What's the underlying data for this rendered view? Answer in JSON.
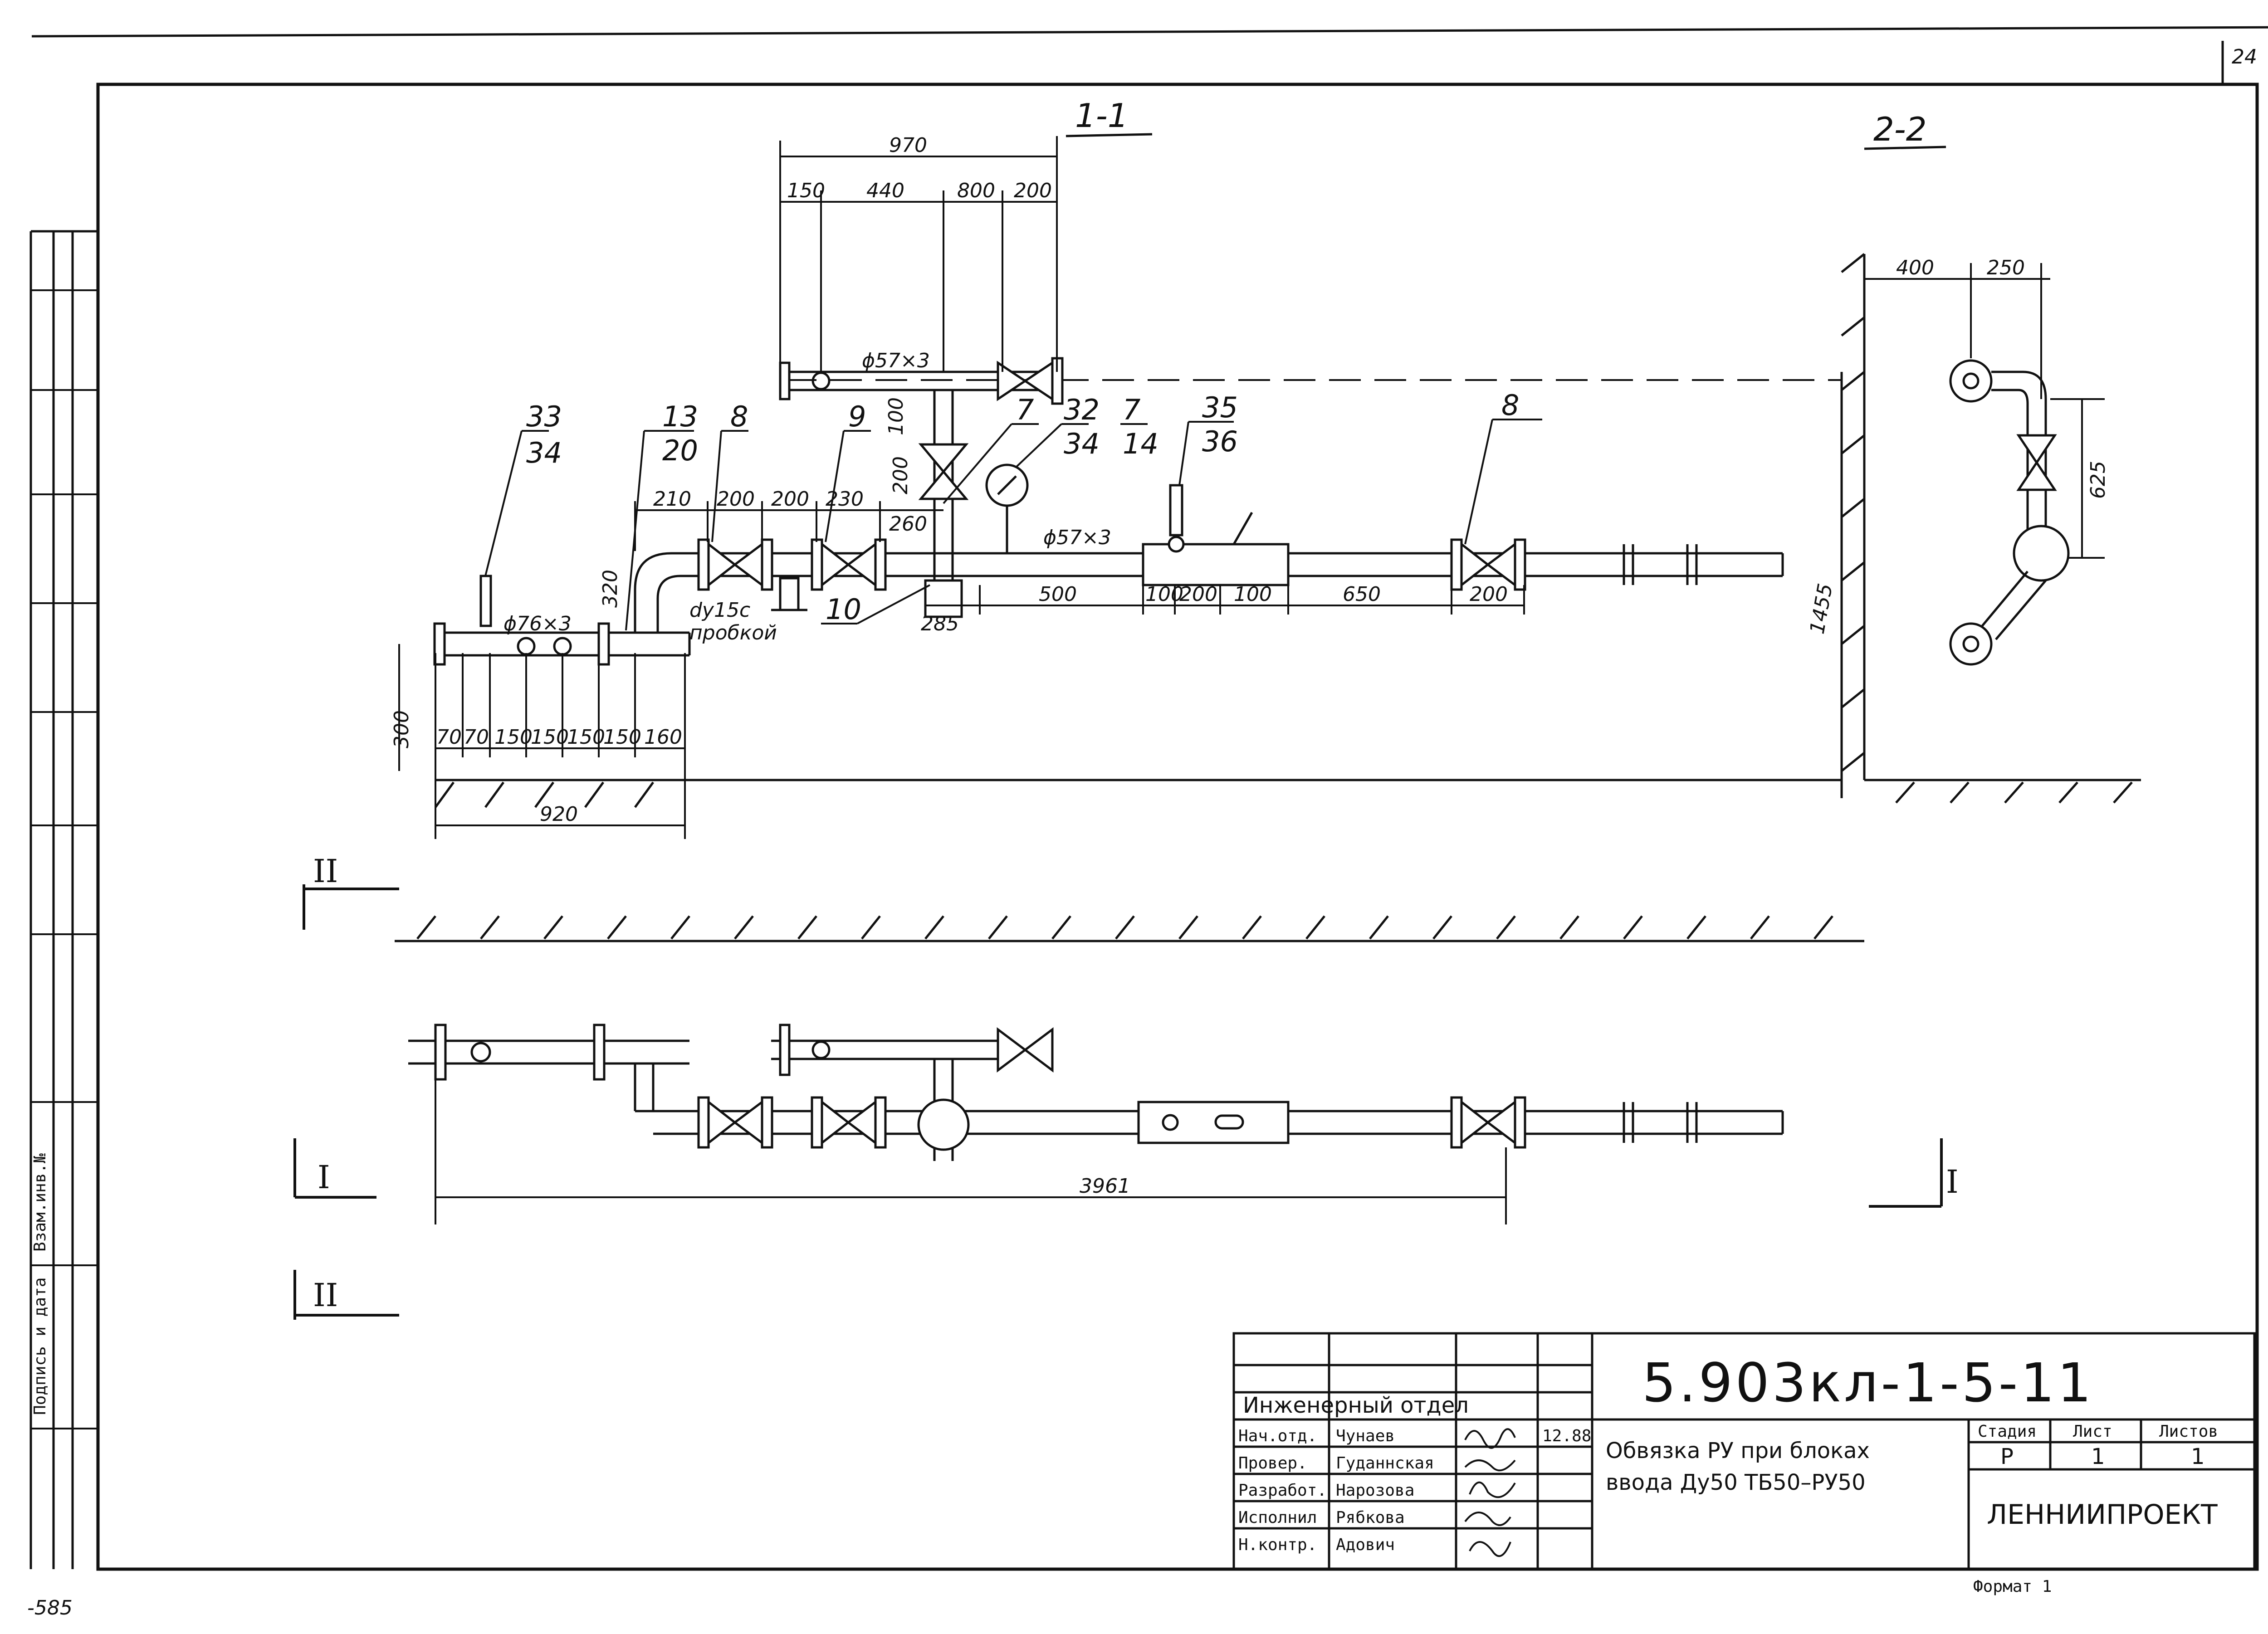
{
  "sheet": {
    "page_number": "24",
    "margin_code": "-585",
    "format_label": "Формат 1"
  },
  "sections": {
    "view_1": "1-1",
    "view_2": "2-2",
    "mark_I": "I",
    "mark_II": "II"
  },
  "section_1_1": {
    "dims_top": [
      "970",
      "150",
      "440",
      "800",
      "200"
    ],
    "pipe_label_top": "ϕ57×3",
    "vertical_dims": [
      "100",
      "200",
      "320",
      "300"
    ],
    "dims_row": [
      "210",
      "200",
      "200",
      "230",
      "260"
    ],
    "drain_label_1": "dy15c",
    "drain_label_2": "пробкой",
    "dims_bottom": [
      "285",
      "500",
      "100",
      "200",
      "100",
      "650",
      "200"
    ],
    "pipe_label_main": "ϕ57×3",
    "pipe_label_inlet": "ϕ76×3",
    "dims_left": [
      "70",
      "70",
      "150",
      "150",
      "150",
      "150",
      "160"
    ],
    "dim_total_left": "920",
    "height_label": "1455",
    "callouts": [
      {
        "top": "33",
        "bottom": "34"
      },
      {
        "top": "13",
        "bottom": "20"
      },
      {
        "top": "8",
        "bottom": ""
      },
      {
        "top": "9",
        "bottom": ""
      },
      {
        "top": "7",
        "bottom": ""
      },
      {
        "top": "32",
        "bottom": "34"
      },
      {
        "top": "7",
        "bottom": "14"
      },
      {
        "top": "35",
        "bottom": "36"
      },
      {
        "top": "8",
        "bottom": ""
      },
      {
        "top": "10",
        "bottom": ""
      }
    ]
  },
  "section_2_2": {
    "dims": [
      "400",
      "250",
      "625"
    ]
  },
  "plan": {
    "dim_total": "3961"
  },
  "title_block": {
    "code": "5.903кл-1-5-11",
    "title_line1": "Обвязка РУ при блоках",
    "title_line2": "ввода Ду50   ТБ50–РУ50",
    "department": "Инженерный отдел",
    "org": "ЛЕННИИПРОЕКТ",
    "stage_header": "Стадия",
    "sheet_header": "Лист",
    "sheets_header": "Листов",
    "stage_value": "Р",
    "sheet_value": "1",
    "sheets_value": "1",
    "date": "12.88",
    "rows": [
      {
        "role": "Нач.отд.",
        "name": "Чунаев"
      },
      {
        "role": "Провер.",
        "name": "Гуданнская"
      },
      {
        "role": "Разработ.",
        "name": "Нарозова"
      },
      {
        "role": "Исполнил",
        "name": "Рябкова"
      },
      {
        "role": "Н.контр.",
        "name": "Адович"
      }
    ]
  },
  "left_strip": {
    "label_1": "Подпись и дата",
    "label_2": "Взам.инв.№"
  }
}
